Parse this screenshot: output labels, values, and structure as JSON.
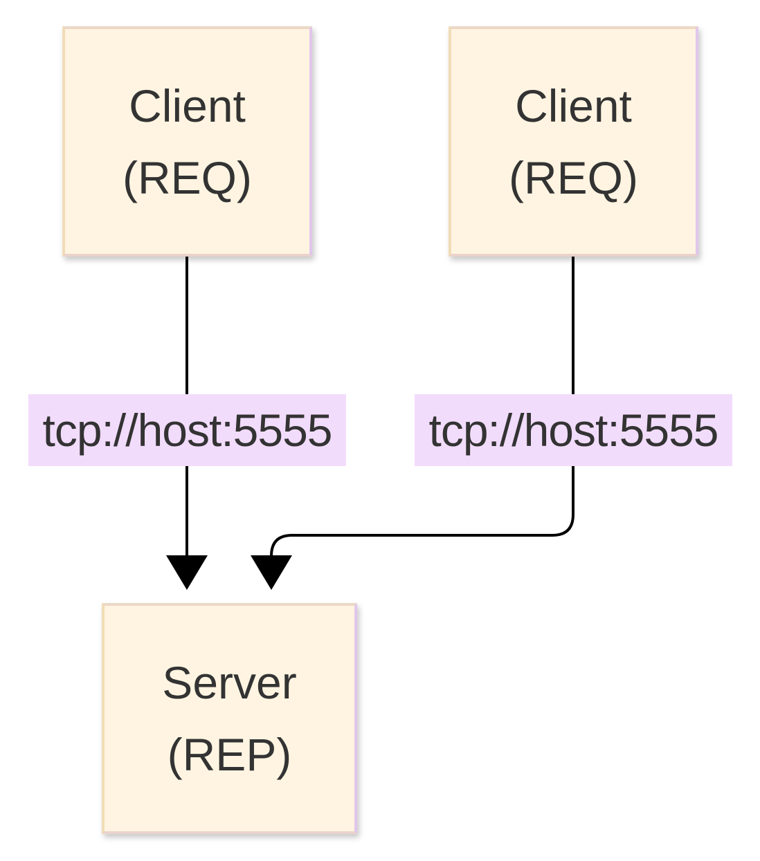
{
  "diagram": {
    "nodes": {
      "client_left": {
        "line1": "Client",
        "line2": "(REQ)"
      },
      "client_right": {
        "line1": "Client",
        "line2": "(REQ)"
      },
      "server": {
        "line1": "Server",
        "line2": "(REP)"
      }
    },
    "edges": {
      "left": {
        "label": "tcp://host:5555"
      },
      "right": {
        "label": "tcp://host:5555"
      }
    }
  },
  "colors": {
    "node_fill": "#fff4e1",
    "edge_label_fill": "#f2dcfb",
    "edge_stroke": "#000000",
    "text": "#333333"
  }
}
